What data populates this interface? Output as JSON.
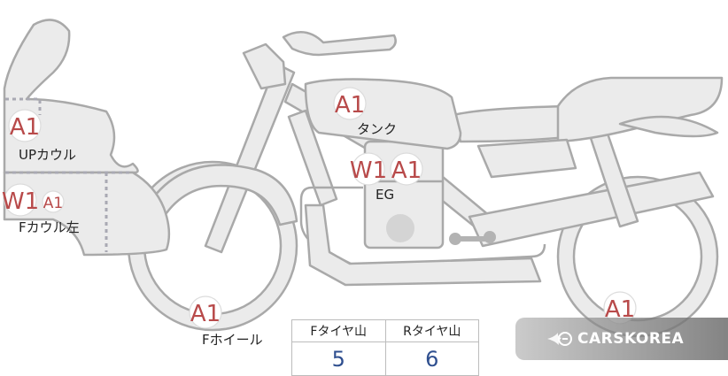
{
  "badges": {
    "tank": "A1",
    "eg_w": "W1",
    "eg_a": "A1",
    "up_cowl": "A1",
    "f_cowl_w": "W1",
    "f_cowl_a": "A1",
    "f_wheel": "A1",
    "r_wheel": "A1"
  },
  "labels": {
    "tank": "タンク",
    "eg": "EG",
    "up_cowl": "UPカウル",
    "f_cowl_left": "Fカウル左",
    "f_wheel": "Fホイール"
  },
  "tyre_table": {
    "front_header": "Fタイヤ山",
    "rear_header": "Rタイヤ山",
    "front_value": "5",
    "rear_value": "6"
  },
  "brand": {
    "name": "CARSKOREA",
    "icon": "carskorea-logo-icon"
  },
  "colors": {
    "part_fill": "#ebebeb",
    "part_stroke": "#a9a9a9",
    "badge_text": "#b84a4a",
    "table_value": "#2f4f8f"
  }
}
